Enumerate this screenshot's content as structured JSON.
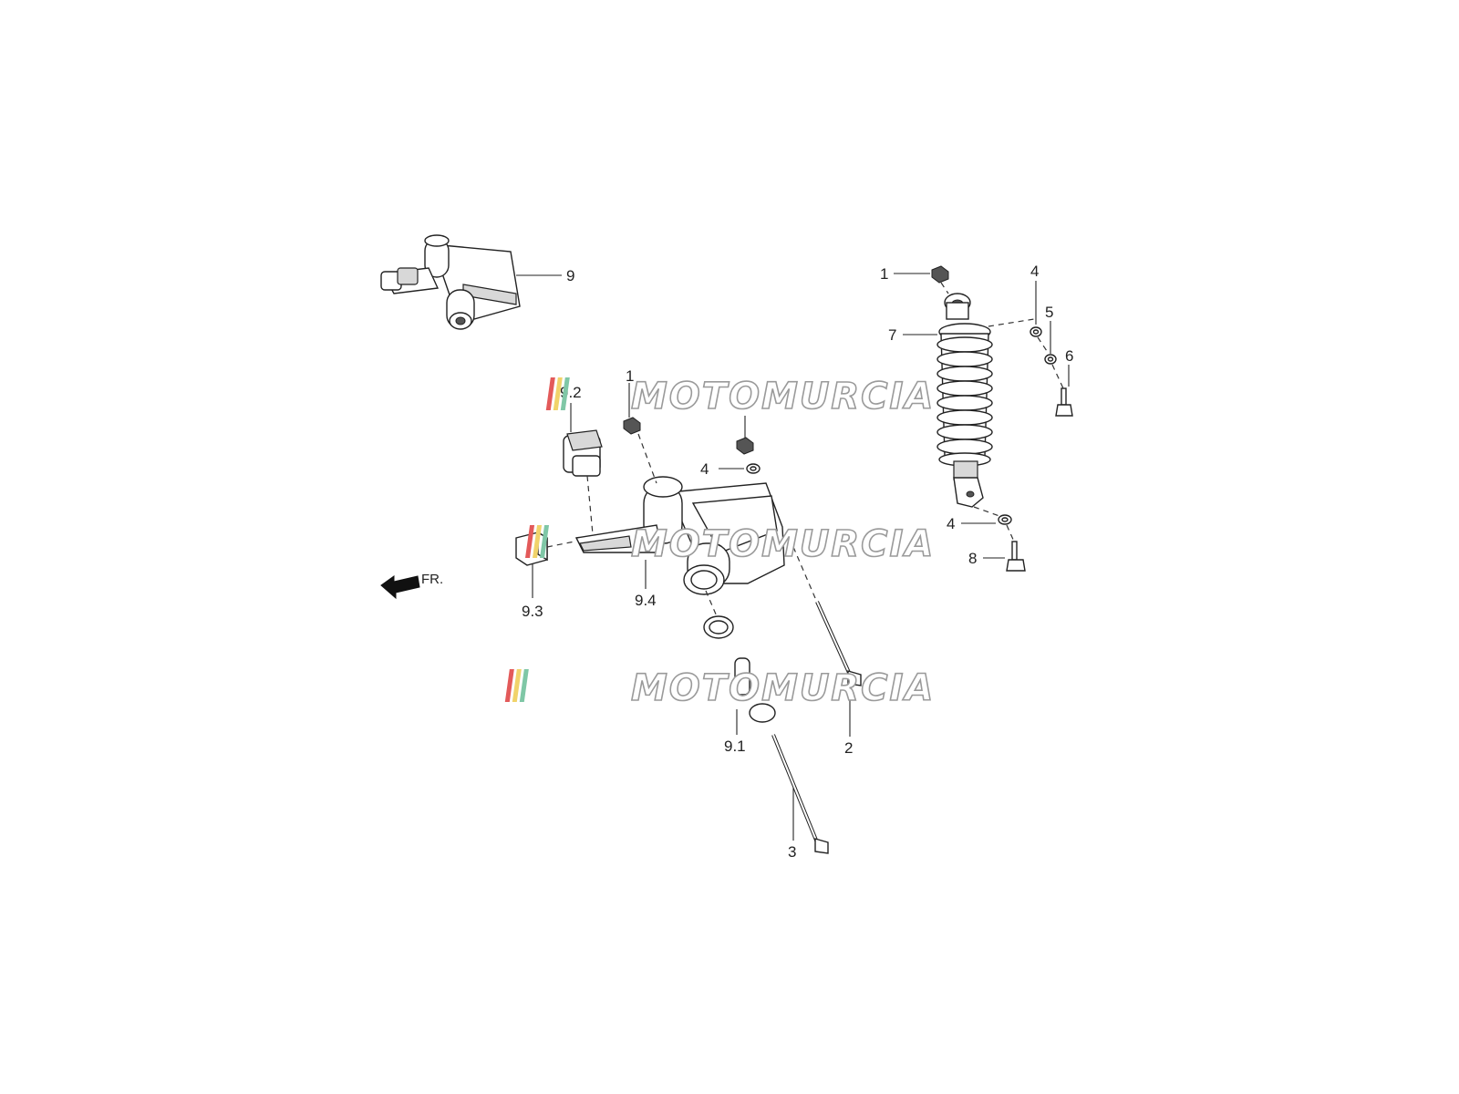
{
  "callouts": {
    "c9": "9",
    "c1_top": "1",
    "c4_top": "4",
    "c5": "5",
    "c7": "7",
    "c6": "6",
    "c9_2": "9.2",
    "c1_mid": "1",
    "c4_mid": "4",
    "c4_low": "4",
    "c8": "8",
    "c9_3": "9.3",
    "c9_4": "9.4",
    "c9_1": "9.1",
    "c2": "2",
    "c3": "3"
  },
  "direction": {
    "label": "FR."
  },
  "watermark": {
    "text": "MOTOMURCIA"
  },
  "colors": {
    "line": "#222222",
    "watermark_outline": "#9a9a9a",
    "stripe_red": "#e35a5a",
    "stripe_yellow": "#f1d36a",
    "stripe_green": "#7fc7a6"
  },
  "icons": {
    "direction": "arrow-left-icon"
  }
}
